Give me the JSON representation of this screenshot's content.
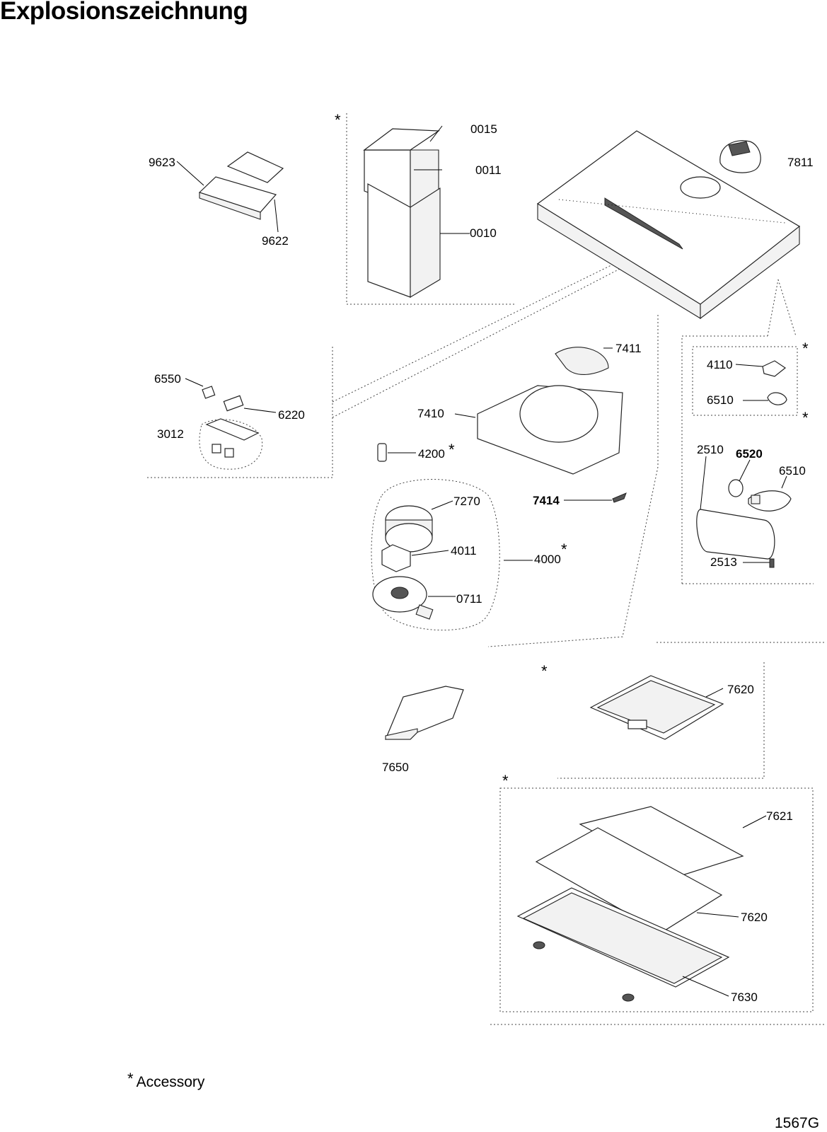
{
  "title": "Explosionszeichnung",
  "accessory_mark": "*",
  "accessory_note": "Accessory",
  "drawing_code": "1567G",
  "part_labels": {
    "p0015": "0015",
    "p0011": "0011",
    "p0010": "0010",
    "p7811": "7811",
    "p9623": "9623",
    "p9622": "9622",
    "p6550": "6550",
    "p6220": "6220",
    "p3012": "3012",
    "p7411": "7411",
    "p7410": "7410",
    "p4200": "4200",
    "p7414": "7414",
    "p7270": "7270",
    "p4011": "4011",
    "p4000": "4000",
    "p0711": "0711",
    "p4110": "4110",
    "p6510a": "6510",
    "p2510": "2510",
    "p6520": "6520",
    "p6510b": "6510",
    "p2513": "2513",
    "p7620a": "7620",
    "p7650": "7650",
    "p7621": "7621",
    "p7620b": "7620",
    "p7630": "7630"
  }
}
